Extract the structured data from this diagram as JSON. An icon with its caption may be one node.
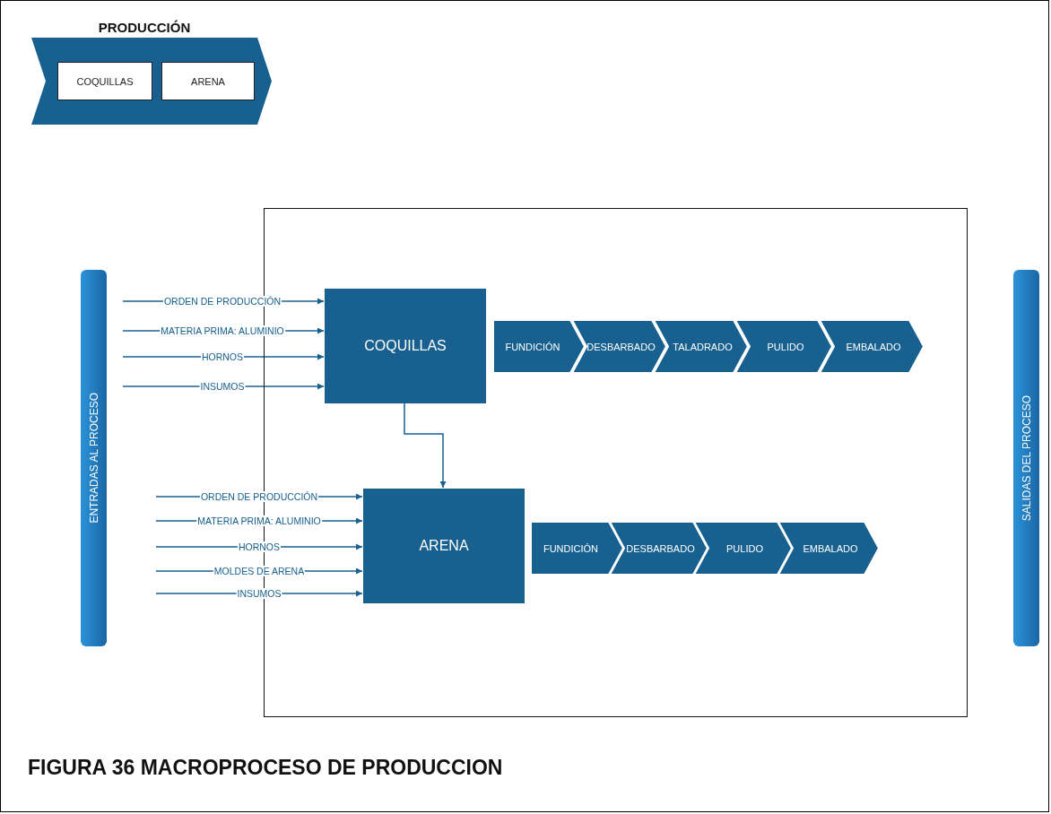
{
  "diagram": {
    "caption": "FIGURA 36 MACROPROCESO DE PRODUCCION",
    "nodes": [
      {
        "text": [
          "PRODUCCIÓN"
        ]
      },
      {
        "text": [
          "COQUILLAS"
        ],
        "in": 0
      },
      {
        "text": [
          "ARENA"
        ],
        "in": 0
      },
      {
        "text": [
          "ENTRADAS AL PROCESO"
        ]
      },
      {
        "text": [
          "SALIDAS DEL PROCESO"
        ]
      },
      {
        "text": [],
        "shape": "box"
      },
      {
        "text": [
          "COQUILLAS"
        ],
        "in": 5
      },
      {
        "text": [
          "FUNDICIÓN"
        ],
        "in": 5
      },
      {
        "text": [
          "DESBARBADO"
        ],
        "in": 5
      },
      {
        "text": [
          "TALADRADO"
        ],
        "in": 5
      },
      {
        "text": [
          "PULIDO"
        ],
        "in": 5
      },
      {
        "text": [
          "EMBALADO"
        ],
        "in": 5
      },
      {
        "text": [
          "ARENA"
        ],
        "in": 5
      },
      {
        "text": [
          "FUNDICIÓN"
        ],
        "in": 5
      },
      {
        "text": [
          "DESBARBADO"
        ],
        "in": 5
      },
      {
        "text": [
          "PULIDO"
        ],
        "in": 5
      },
      {
        "text": [
          "EMBALADO"
        ],
        "in": 5
      }
    ],
    "edges": [
      {
        "from": null,
        "to": 6,
        "arrow": "to",
        "label": "ORDEN DE PRODUCCIÓN"
      },
      {
        "from": null,
        "to": 6,
        "arrow": "to",
        "label": "MATERIA PRIMA: ALUMINIO"
      },
      {
        "from": null,
        "to": 6,
        "arrow": "to",
        "label": "HORNOS"
      },
      {
        "from": null,
        "to": 6,
        "arrow": "to",
        "label": "INSUMOS"
      },
      {
        "from": 6,
        "to": 12,
        "arrow": "to"
      },
      {
        "from": null,
        "to": 12,
        "arrow": "to",
        "label": "ORDEN DE PRODUCCIÓN"
      },
      {
        "from": null,
        "to": 12,
        "arrow": "to",
        "label": "MATERIA PRIMA: ALUMINIO"
      },
      {
        "from": null,
        "to": 12,
        "arrow": "to",
        "label": "HORNOS"
      },
      {
        "from": null,
        "to": 12,
        "arrow": "to",
        "label": "MOLDES DE ARENA"
      },
      {
        "from": null,
        "to": 12,
        "arrow": "to",
        "label": "INSUMOS"
      }
    ]
  }
}
